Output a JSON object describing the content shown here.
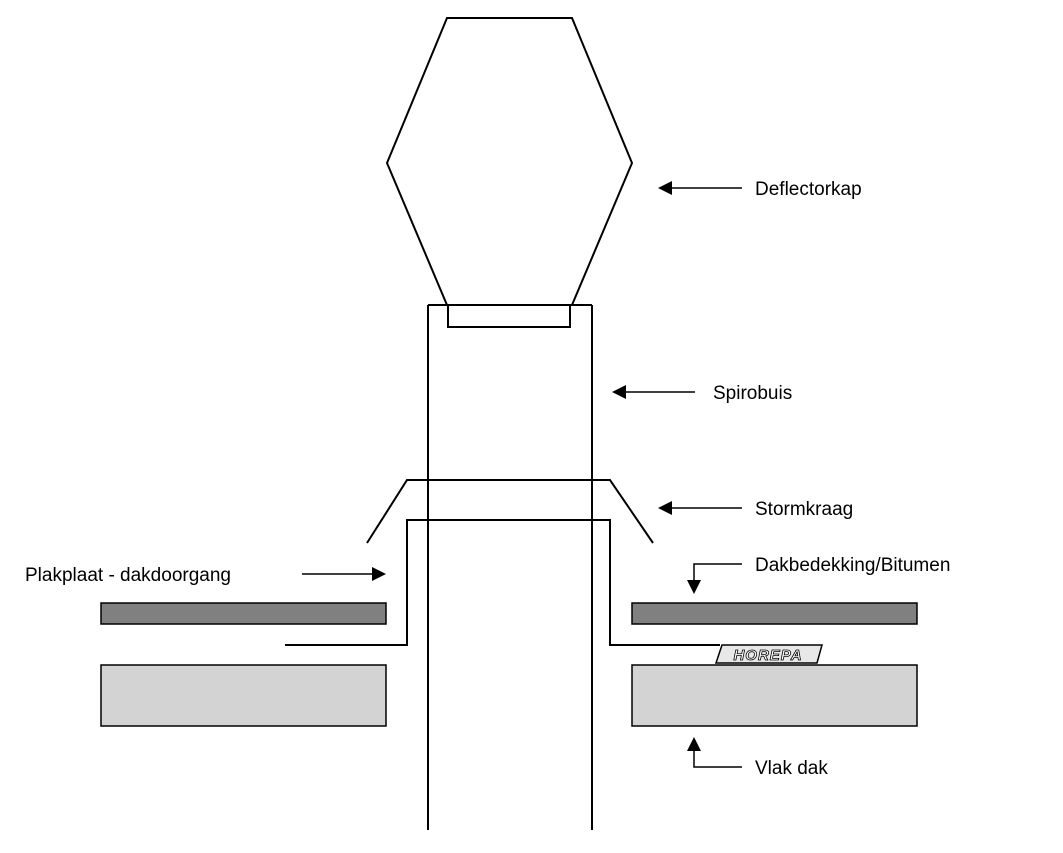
{
  "labels": {
    "deflectorkap": "Deflectorkap",
    "spirobuis": "Spirobuis",
    "stormkraag": "Stormkraag",
    "plakplaat": "Plakplaat - dakdoorgang",
    "dakbedekking": "Dakbedekking/Bitumen",
    "vlak_dak": "Vlak dak"
  },
  "logo": {
    "text": "HOREPA"
  },
  "colors": {
    "line": "#000000",
    "bitumen": "#808080",
    "roof_deck": "#d3d3d3",
    "background": "#ffffff"
  }
}
